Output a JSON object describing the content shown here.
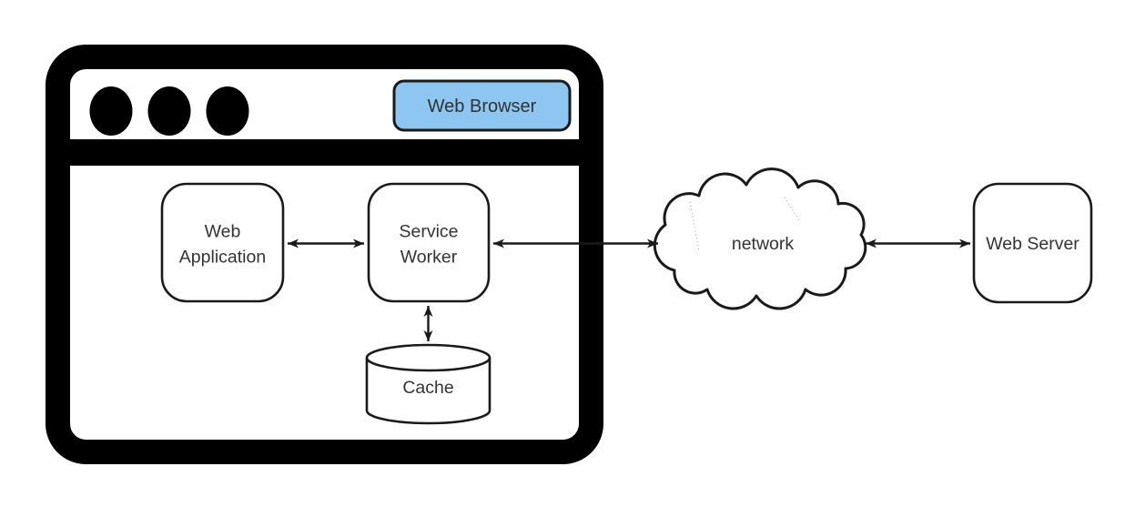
{
  "diagram": {
    "kind": "service-worker-architecture",
    "browser_frame": {
      "label": "Web Browser",
      "label_fill": "#8DC6F0",
      "traffic_dots": 3
    },
    "nodes": {
      "web_application": {
        "label": "Web Application",
        "line1": "Web",
        "line2": "Application",
        "shape": "rounded-rect"
      },
      "service_worker": {
        "label": "Service Worker",
        "line1": "Service",
        "line2": "Worker",
        "shape": "rounded-rect"
      },
      "cache": {
        "label": "Cache",
        "shape": "cylinder"
      },
      "network": {
        "label": "network",
        "shape": "cloud"
      },
      "web_server": {
        "label": "Web Server",
        "shape": "rounded-rect"
      }
    },
    "edges": [
      {
        "from": "web_application",
        "to": "service_worker",
        "bidirectional": true
      },
      {
        "from": "service_worker",
        "to": "cache",
        "bidirectional": true
      },
      {
        "from": "service_worker",
        "to": "network",
        "bidirectional": true
      },
      {
        "from": "network",
        "to": "web_server",
        "bidirectional": true
      }
    ],
    "colors": {
      "frame": "#000000",
      "stroke": "#1a1a1a",
      "text": "#333333",
      "browser_label_fill": "#8DC6F0",
      "background": "#ffffff"
    }
  }
}
